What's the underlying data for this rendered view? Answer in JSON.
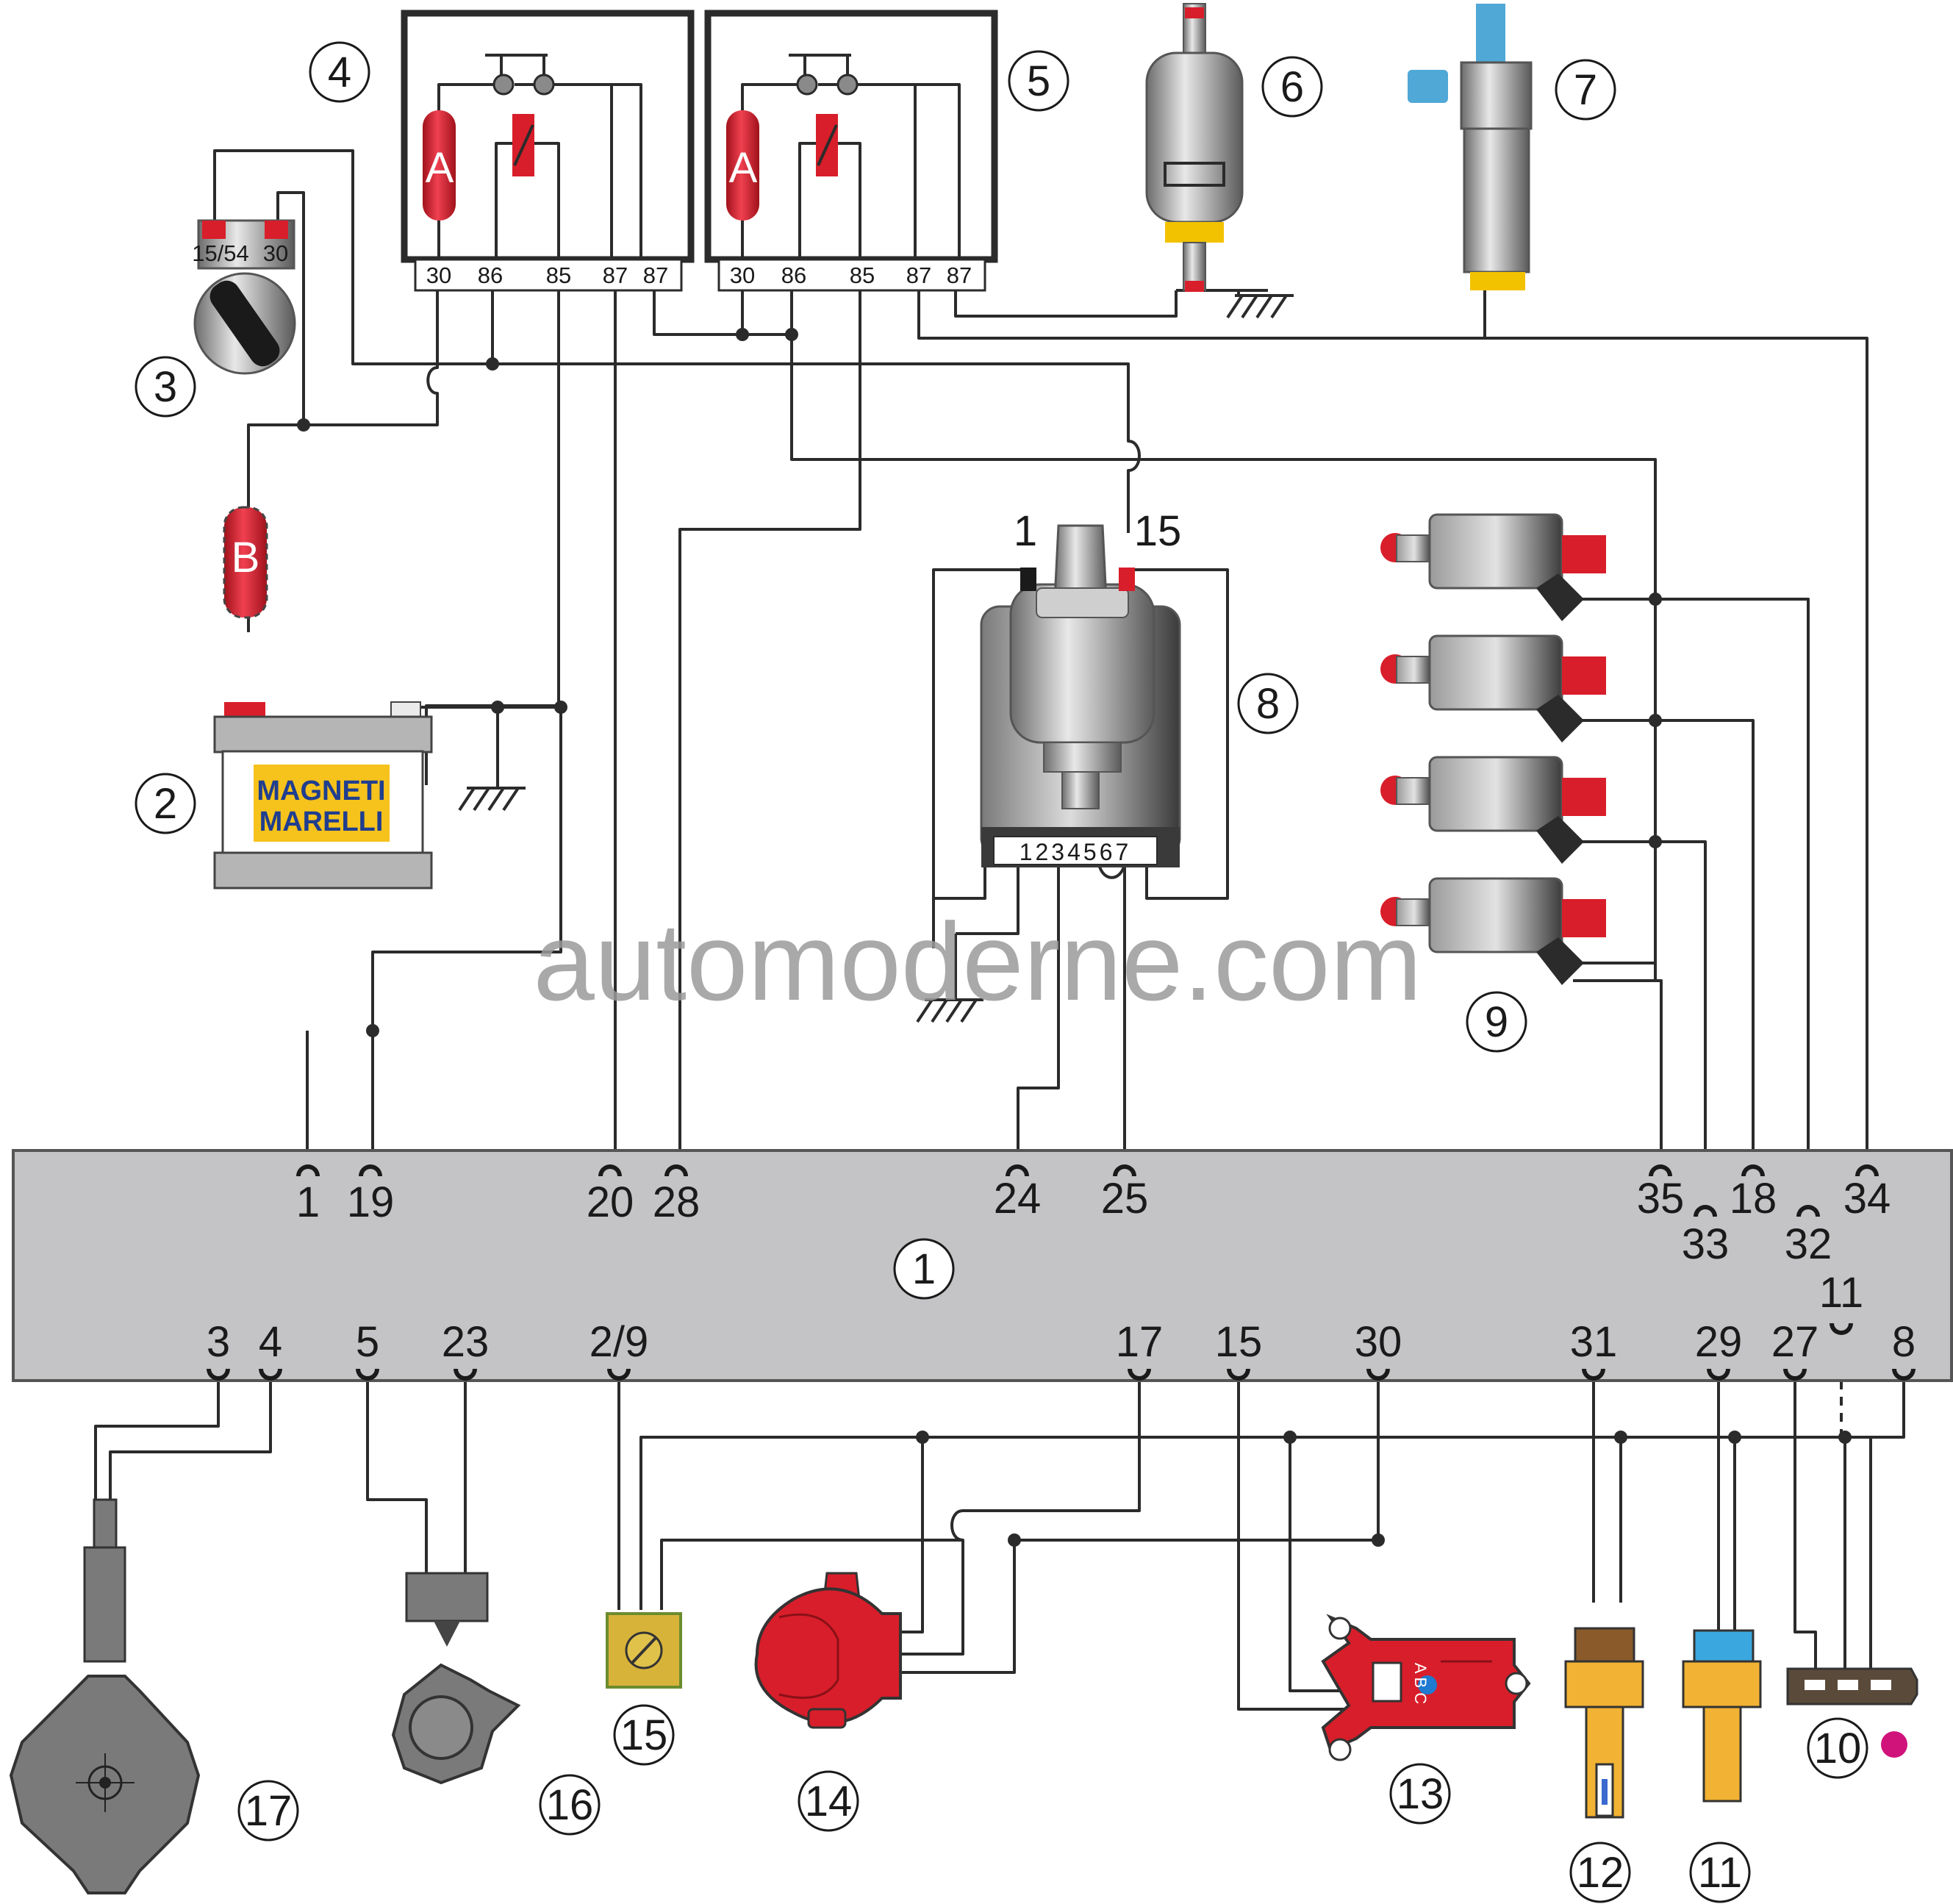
{
  "components": [
    {
      "id": "ecu",
      "label": "1"
    },
    {
      "id": "battery",
      "label": "2"
    },
    {
      "id": "ignition-switch",
      "label": "3"
    },
    {
      "id": "relay-1",
      "label": "4"
    },
    {
      "id": "relay-2",
      "label": "5"
    },
    {
      "id": "fuel-pump",
      "label": "6"
    },
    {
      "id": "canister-valve",
      "label": "7"
    },
    {
      "id": "injectors",
      "label": "8"
    },
    {
      "id": "ignition-module",
      "label": "9"
    },
    {
      "id": "diagnostic-connector",
      "label": "10"
    },
    {
      "id": "air-temp-sensor",
      "label": "11"
    },
    {
      "id": "coolant-temp-sensor",
      "label": "12"
    },
    {
      "id": "pressure-sensor",
      "label": "13"
    },
    {
      "id": "throttle-sensor",
      "label": "14"
    },
    {
      "id": "co-trim",
      "label": "15"
    },
    {
      "id": "rpm-sensor",
      "label": "16"
    },
    {
      "id": "lambda-sensor",
      "label": "17"
    }
  ],
  "relay_terminals": [
    "30",
    "86",
    "85",
    "87",
    "87"
  ],
  "relay_element_label": "A",
  "fuse_label": "B",
  "switch_terminals": [
    "15/54",
    "30"
  ],
  "battery_brand_lines": [
    "MAGNETI",
    "MARELLI"
  ],
  "coil_terminals": [
    "1",
    "15"
  ],
  "module_pins": "1234567",
  "sensor13_pins": "A B C",
  "ecu_top_pins": [
    "1",
    "19",
    "20",
    "28",
    "24",
    "25",
    "35",
    "33",
    "18",
    "32",
    "34"
  ],
  "ecu_bottom_pins": [
    "3",
    "4",
    "5",
    "23",
    "2/9",
    "17",
    "15",
    "30",
    "31",
    "29",
    "27",
    "11",
    "8"
  ],
  "watermark": "automoderne.com",
  "colors": {
    "relay_element": "#d81e2a",
    "ecu_body": "#c4c4c6",
    "sensor_body": "#f2b233",
    "valve_connector": "#4fa8d6",
    "logo_background": "#f6c21c",
    "logo_text": "#1f3e8f",
    "diag_led": "#d0127b"
  }
}
